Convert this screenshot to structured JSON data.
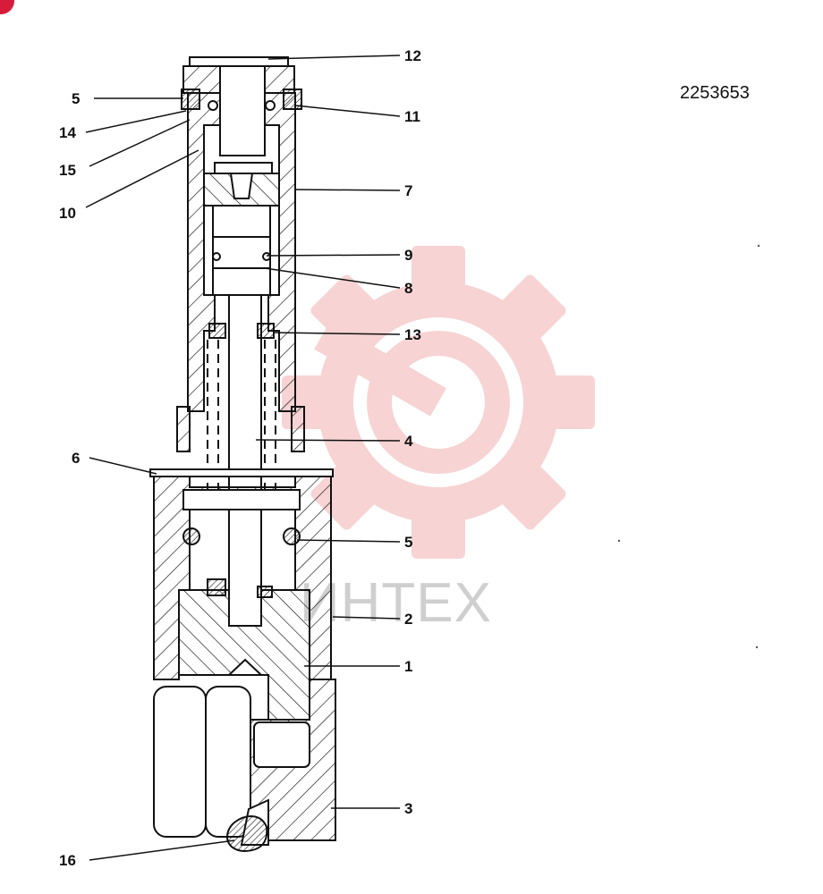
{
  "drawing_code": "2253653",
  "watermark": {
    "text": "ИНТЕХ",
    "color": "#f2b8b8"
  },
  "callouts": [
    {
      "id": "12",
      "side": "right"
    },
    {
      "id": "5",
      "side": "left"
    },
    {
      "id": "11",
      "side": "right"
    },
    {
      "id": "14",
      "side": "left"
    },
    {
      "id": "15",
      "side": "left"
    },
    {
      "id": "10",
      "side": "left"
    },
    {
      "id": "7",
      "side": "right"
    },
    {
      "id": "9",
      "side": "right"
    },
    {
      "id": "8",
      "side": "right"
    },
    {
      "id": "13",
      "side": "right"
    },
    {
      "id": "4",
      "side": "right"
    },
    {
      "id": "6",
      "side": "left"
    },
    {
      "id": "5",
      "side": "right"
    },
    {
      "id": "2",
      "side": "right"
    },
    {
      "id": "1",
      "side": "right"
    },
    {
      "id": "3",
      "side": "right"
    },
    {
      "id": "16",
      "side": "left"
    }
  ],
  "colors": {
    "line": "#111111",
    "badge": "#d81b3b"
  }
}
